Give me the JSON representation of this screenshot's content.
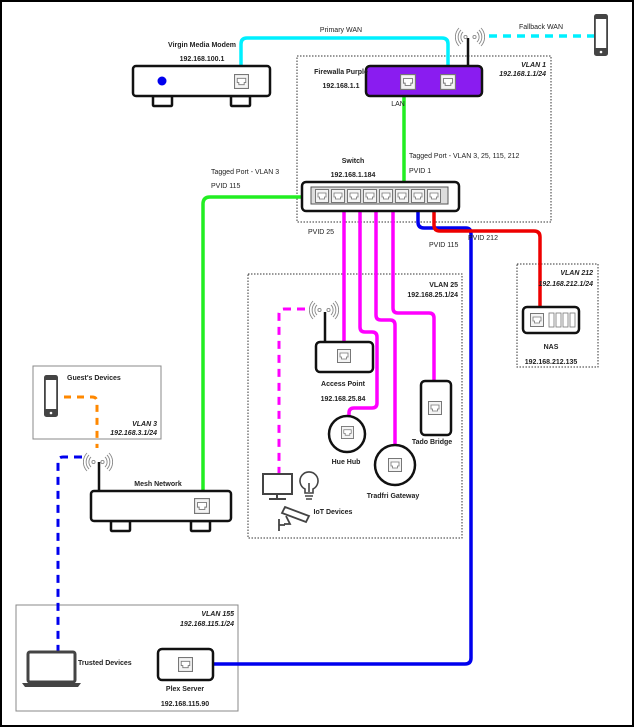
{
  "colors": {
    "wan": "#00f0ff",
    "vlan1": "#22ee22",
    "vlan25": "#ff00ff",
    "vlan115": "#0000ee",
    "vlan212": "#ee0000",
    "vlan3": "#ff8800",
    "firewalla": "#8a1cf0"
  },
  "wan": {
    "primary_label": "Primary WAN",
    "fallback_label": "Fallback WAN"
  },
  "modem": {
    "name": "Virgin Media Modem",
    "ip": "192.168.100.1"
  },
  "firewall": {
    "name": "Firewalla Purple",
    "ip": "192.168.1.1",
    "lan_label": "LAN"
  },
  "vlan1": {
    "name": "VLAN 1",
    "subnet": "192.168.1.1/24"
  },
  "switch": {
    "name": "Switch",
    "ip": "192.168.1.184",
    "uplink_tag": "Tagged Port - VLAN 3, 25, 115, 212",
    "uplink_pvid": "PVID 1",
    "mesh_tag": "Tagged Port - VLAN 3",
    "mesh_pvid": "PVID 115",
    "pvid25": "PVID 25",
    "pvid115": "PVID 115",
    "pvid212": "PVID 212"
  },
  "vlan212": {
    "name": "VLAN 212",
    "subnet": "192.168.212.1/24",
    "device": "NAS",
    "ip": "192.168.212.135"
  },
  "vlan25": {
    "name": "VLAN 25",
    "subnet": "192.168.25.1/24",
    "ap_name": "Access Point",
    "ap_ip": "192.168.25.84",
    "hue": "Hue Hub",
    "tradfri": "Tradfri Gateway",
    "tado": "Tado Bridge",
    "iot": "IoT Devices"
  },
  "vlan3": {
    "name": "VLAN 3",
    "subnet": "192.168.3.1/24",
    "devices": "Guest's Devices"
  },
  "mesh": {
    "name": "Mesh Network"
  },
  "vlan155": {
    "name": "VLAN 155",
    "subnet": "192.168.115.1/24",
    "trusted": "Trusted Devices",
    "plex": "Plex Server",
    "plex_ip": "192.168.115.90"
  }
}
